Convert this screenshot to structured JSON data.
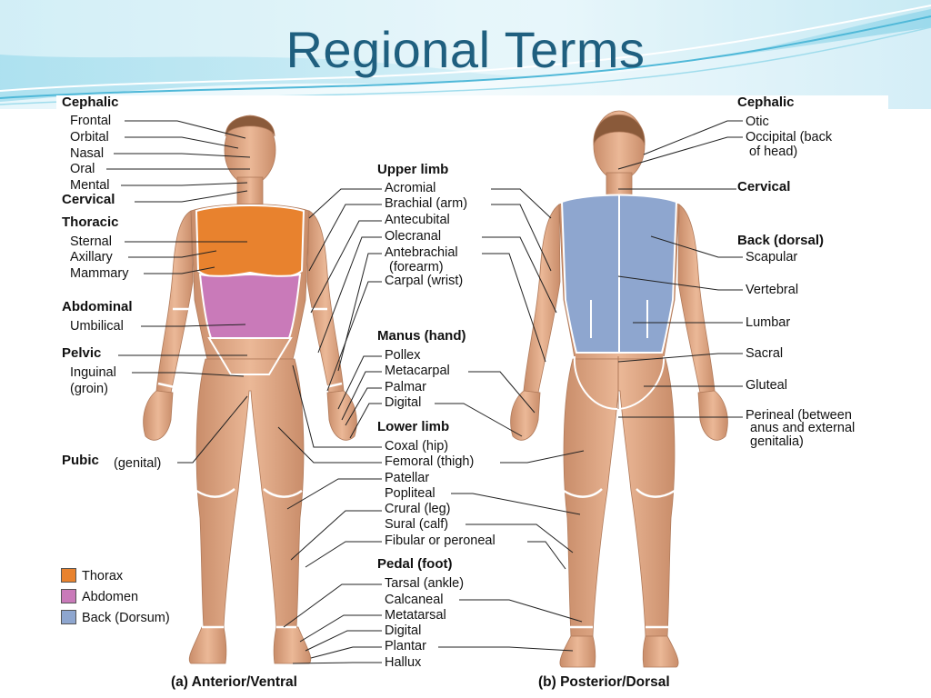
{
  "title": "Regional Terms",
  "colors": {
    "title": "#1f5f7f",
    "thorax": "#e8822e",
    "abdomen": "#c97ab9",
    "back": "#8ea6cf",
    "skin": "#e2ad8c",
    "banner_light": "#dff3fa",
    "banner_mid": "#8fd6ea"
  },
  "anterior_labels": {
    "cephalic": "Cephalic",
    "frontal": "Frontal",
    "orbital": "Orbital",
    "nasal": "Nasal",
    "oral": "Oral",
    "mental": "Mental",
    "cervical": "Cervical",
    "thoracic": "Thoracic",
    "sternal": "Sternal",
    "axillary": "Axillary",
    "mammary": "Mammary",
    "abdominal": "Abdominal",
    "umbilical": "Umbilical",
    "pelvic": "Pelvic",
    "inguinal": "Inguinal",
    "groin": "(groin)",
    "pubic": "Pubic",
    "genital": "(genital)"
  },
  "middle_labels": {
    "upper_limb": "Upper limb",
    "acromial": "Acromial",
    "brachial": "Brachial (arm)",
    "antecubital": "Antecubital",
    "olecranal": "Olecranal",
    "antebrachial": "Antebrachial",
    "forearm": "(forearm)",
    "carpal": "Carpal (wrist)",
    "manus": "Manus (hand)",
    "pollex": "Pollex",
    "metacarpal": "Metacarpal",
    "palmar": "Palmar",
    "digital": "Digital",
    "lower_limb": "Lower limb",
    "coxal": "Coxal (hip)",
    "femoral": "Femoral (thigh)",
    "patellar": "Patellar",
    "popliteal": "Popliteal",
    "crural": "Crural (leg)",
    "sural": "Sural (calf)",
    "fibular": "Fibular or peroneal",
    "pedal": "Pedal (foot)",
    "tarsal": "Tarsal (ankle)",
    "calcaneal": "Calcaneal",
    "metatarsal": "Metatarsal",
    "digital_foot": "Digital",
    "plantar": "Plantar",
    "hallux": "Hallux"
  },
  "posterior_labels": {
    "cephalic": "Cephalic",
    "otic": "Otic",
    "occipital": "Occipital (back",
    "occipital2": "of head)",
    "cervical": "Cervical",
    "back": "Back (dorsal)",
    "scapular": "Scapular",
    "vertebral": "Vertebral",
    "lumbar": "Lumbar",
    "sacral": "Sacral",
    "gluteal": "Gluteal",
    "perineal": "Perineal (between",
    "perineal2": "anus and external",
    "perineal3": "genitalia)"
  },
  "legend": [
    {
      "label": "Thorax",
      "color": "#e8822e"
    },
    {
      "label": "Abdomen",
      "color": "#c97ab9"
    },
    {
      "label": "Back (Dorsum)",
      "color": "#8ea6cf"
    }
  ],
  "captions": {
    "anterior": "(a) Anterior/Ventral",
    "posterior": "(b) Posterior/Dorsal"
  }
}
